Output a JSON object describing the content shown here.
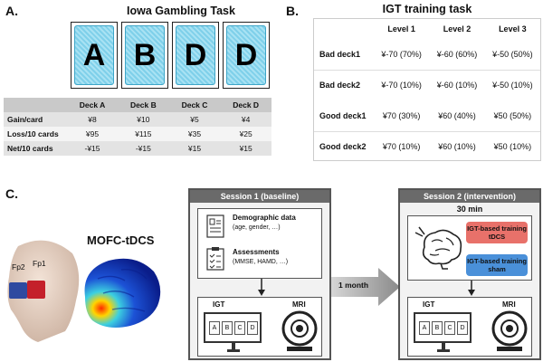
{
  "panel_a": {
    "label": "A.",
    "title": "Iowa Gambling Task",
    "cards": [
      "A",
      "B",
      "D",
      "D"
    ],
    "table": {
      "columns": [
        "Deck A",
        "Deck B",
        "Deck C",
        "Deck D"
      ],
      "rows": [
        {
          "label": "Gain/card",
          "values": [
            "¥8",
            "¥10",
            "¥5",
            "¥4"
          ]
        },
        {
          "label": "Loss/10 cards",
          "values": [
            "¥95",
            "¥115",
            "¥35",
            "¥25"
          ]
        },
        {
          "label": "Net/10 cards",
          "values": [
            "-¥15",
            "-¥15",
            "¥15",
            "¥15"
          ]
        }
      ]
    }
  },
  "panel_b": {
    "label": "B.",
    "title": "IGT training task",
    "columns": [
      "Level 1",
      "Level 2",
      "Level 3"
    ],
    "rows": [
      {
        "label": "Bad deck1",
        "values": [
          "¥-70 (70%)",
          "¥-60 (60%)",
          "¥-50 (50%)"
        ]
      },
      {
        "label": "Bad deck2",
        "values": [
          "¥-70 (10%)",
          "¥-60 (10%)",
          "¥-50 (10%)"
        ]
      },
      {
        "label": "Good deck1",
        "values": [
          "¥70 (30%)",
          "¥60 (40%)",
          "¥50 (50%)"
        ]
      },
      {
        "label": "Good deck2",
        "values": [
          "¥70 (10%)",
          "¥60 (10%)",
          "¥50 (10%)"
        ]
      }
    ]
  },
  "panel_c": {
    "label": "C.",
    "tdcs_title": "MOFC-tDCS",
    "electrodes": [
      "Fp2",
      "Fp1"
    ],
    "arrow_label": "1 month",
    "session1": {
      "title": "Session 1 (baseline)",
      "demographic_title": "Demographic data",
      "demographic_detail": "(age, gender, …)",
      "assessment_title": "Assessments",
      "assessment_detail": "(MMSE, HAMD, …)",
      "igt_label": "IGT",
      "mri_label": "MRI",
      "screen_cards": [
        "A",
        "B",
        "C",
        "D"
      ]
    },
    "session2": {
      "title": "Session 2 (intervention)",
      "duration": "30 min",
      "training_tdcs": "IGT-based training tDCS",
      "training_sham": "IGT-based training sham",
      "igt_label": "IGT",
      "mri_label": "MRI",
      "screen_cards": [
        "A",
        "B",
        "C",
        "D"
      ]
    },
    "colors": {
      "tdcs": "#e8716a",
      "sham": "#4a90d9"
    }
  }
}
